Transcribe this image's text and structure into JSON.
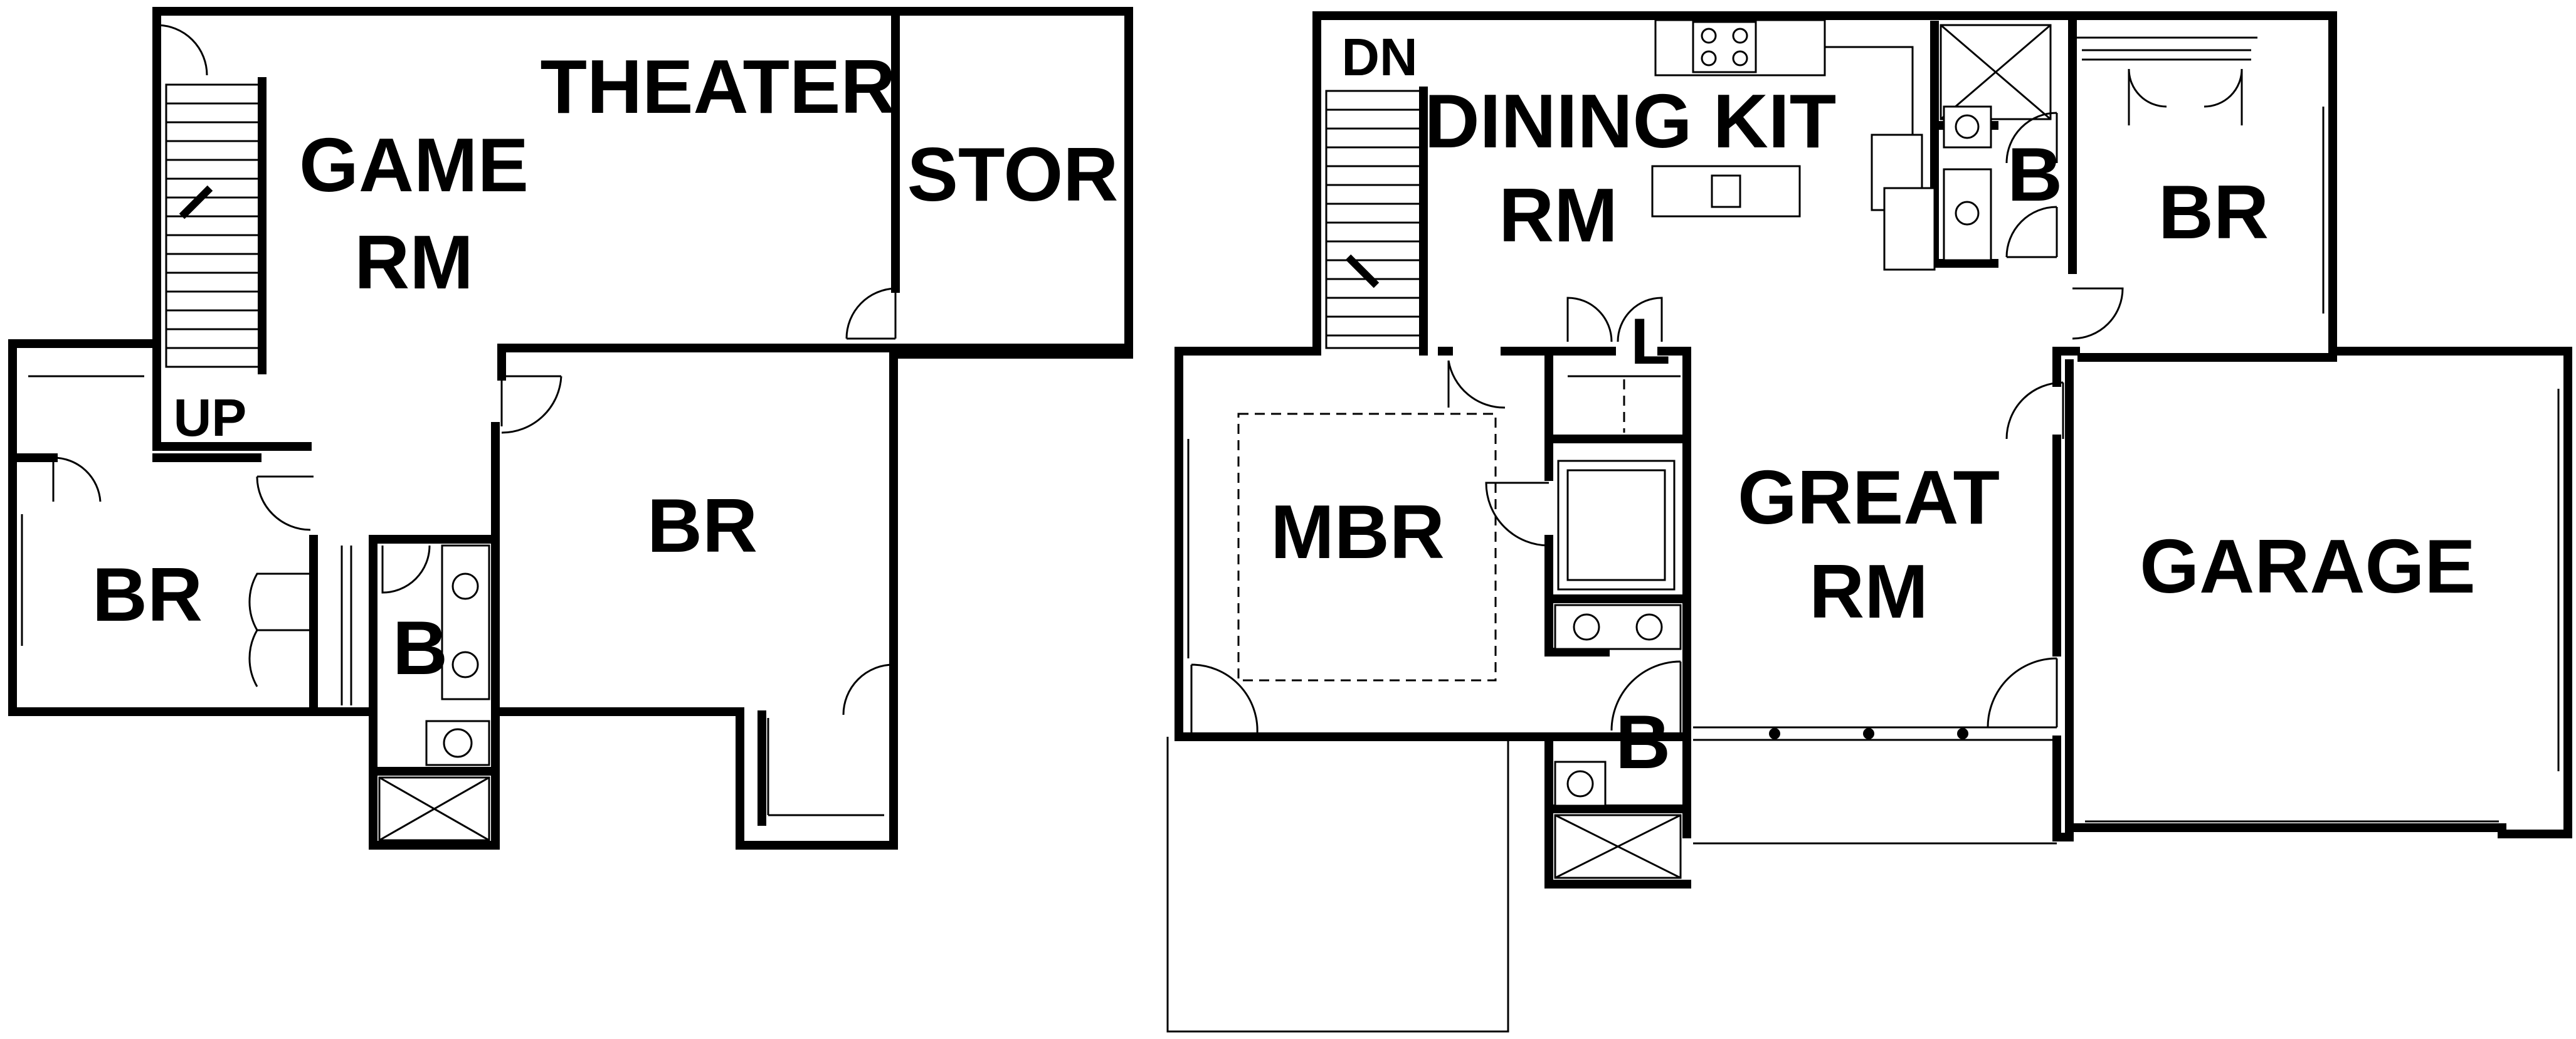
{
  "lower_level": {
    "theater": "THEATER",
    "game_rm_line1": "GAME",
    "game_rm_line2": "RM",
    "stor": "STOR",
    "up": "UP",
    "br_left": "BR",
    "bath": "B",
    "br_right": "BR"
  },
  "main_level": {
    "dn": "DN",
    "dining_line1": "DINING",
    "dining_line2": "RM",
    "kit": "KIT",
    "bath_top": "B",
    "br": "BR",
    "laundry": "L",
    "mbr": "MBR",
    "great_line1": "GREAT",
    "great_line2": "RM",
    "garage": "GARAGE",
    "bath_bottom": "B"
  }
}
